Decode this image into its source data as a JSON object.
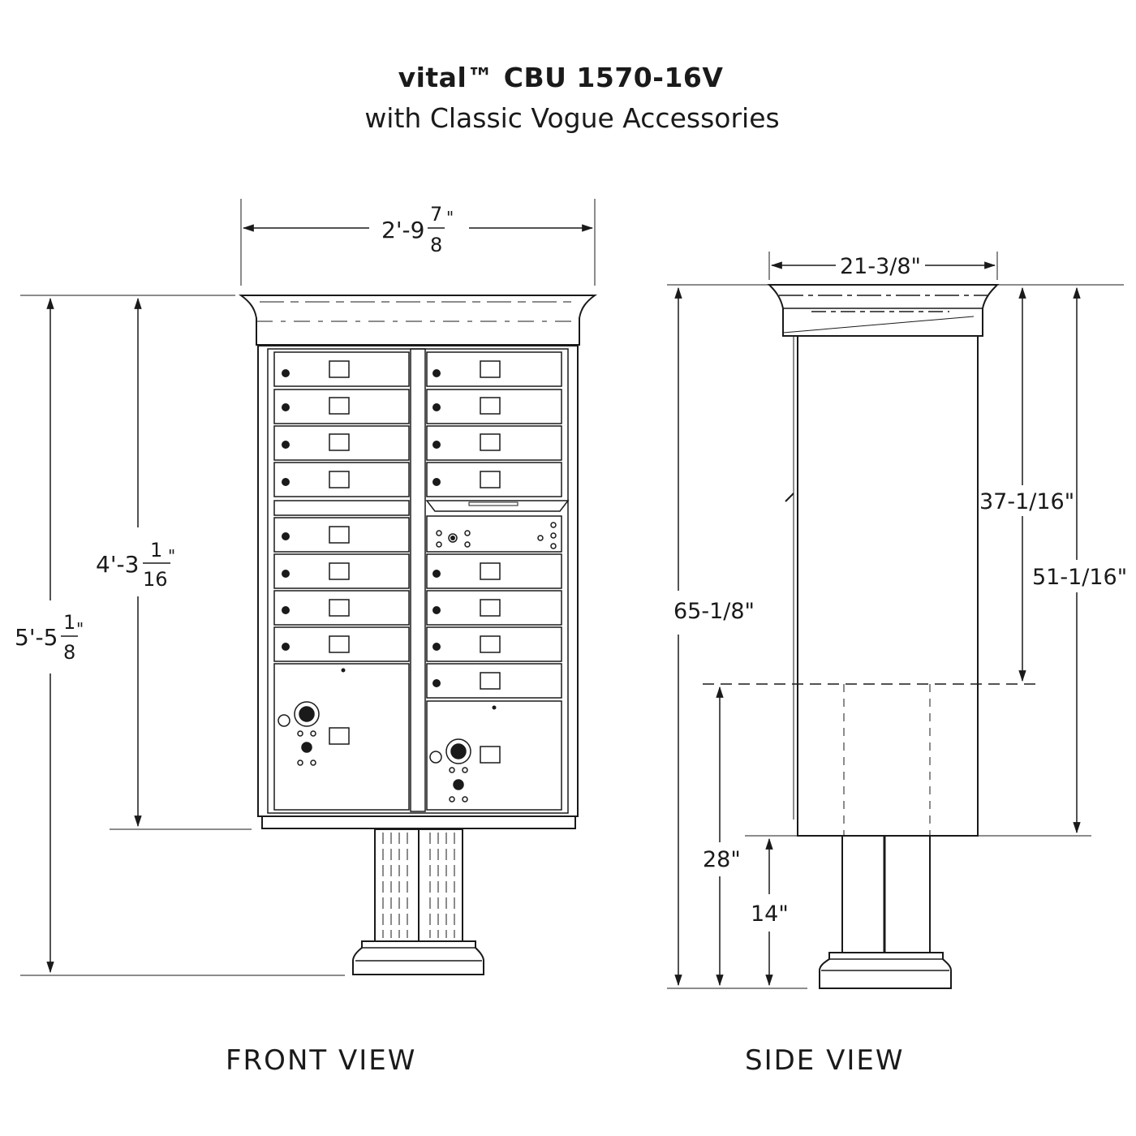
{
  "title": "vital™ CBU 1570-16V",
  "subtitle": "with Classic Vogue Accessories",
  "front_view": {
    "label": "FRONT VIEW",
    "width": {
      "whole": "2'-9",
      "num": "7",
      "den": "8",
      "unit": "\""
    },
    "cabinet_height": {
      "whole": "4'-3",
      "num": "1",
      "den": "16",
      "unit": "\""
    },
    "overall_height": {
      "whole": "5'-5",
      "num": "1",
      "den": "8",
      "unit": "\""
    }
  },
  "side_view": {
    "label": "SIDE VIEW",
    "depth": "21-3/8\"",
    "dim_37": "37-1/16\"",
    "dim_51": "51-1/16\"",
    "dim_65": "65-1/8\"",
    "dim_28": "28\"",
    "dim_14": "14\""
  },
  "colors": {
    "line": "#1a1a1a",
    "background": "#ffffff"
  }
}
